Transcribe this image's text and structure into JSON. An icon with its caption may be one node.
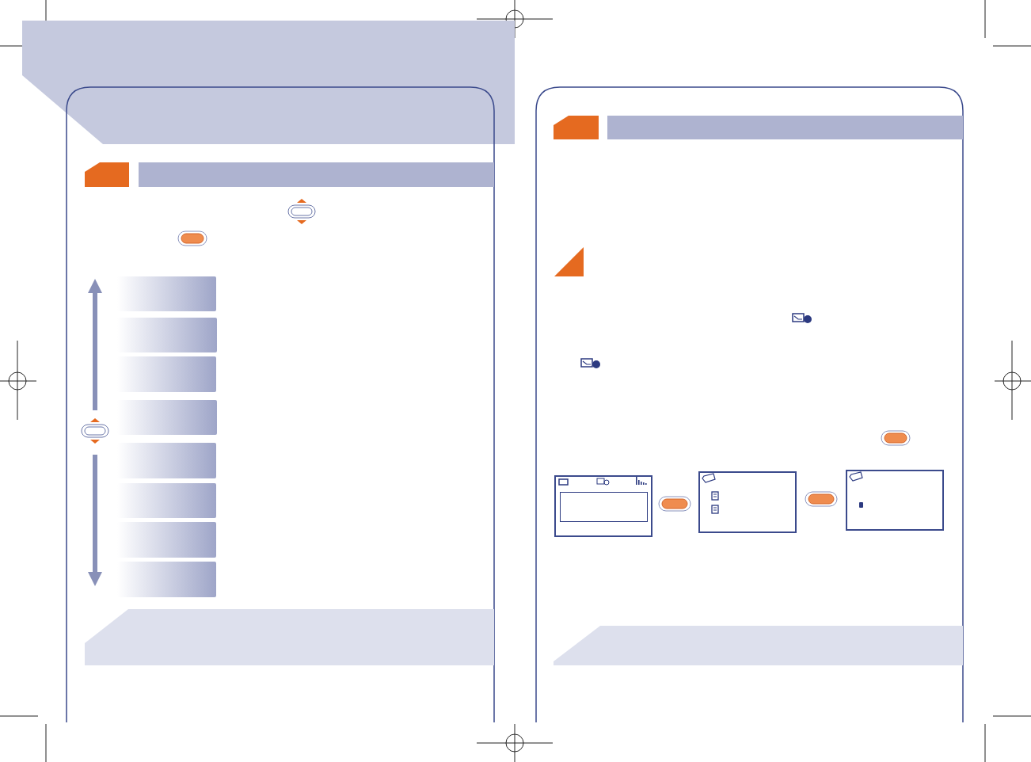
{
  "diagram": {
    "nodes": [
      {
        "text": [],
        "shape": "bar"
      },
      {
        "text": [],
        "shape": "bar"
      },
      {
        "text": [],
        "shape": "bar"
      },
      {
        "text": [],
        "shape": "bar"
      },
      {
        "text": [],
        "shape": "bar"
      },
      {
        "text": [],
        "shape": "bar"
      },
      {
        "text": [],
        "shape": "bar"
      },
      {
        "text": [],
        "shape": "bar"
      },
      {
        "text": [],
        "shape": "box"
      },
      {
        "text": [],
        "shape": "box"
      },
      {
        "text": [],
        "shape": "box"
      },
      {
        "text": [],
        "shape": "band"
      },
      {
        "text": [],
        "shape": "band"
      }
    ]
  }
}
